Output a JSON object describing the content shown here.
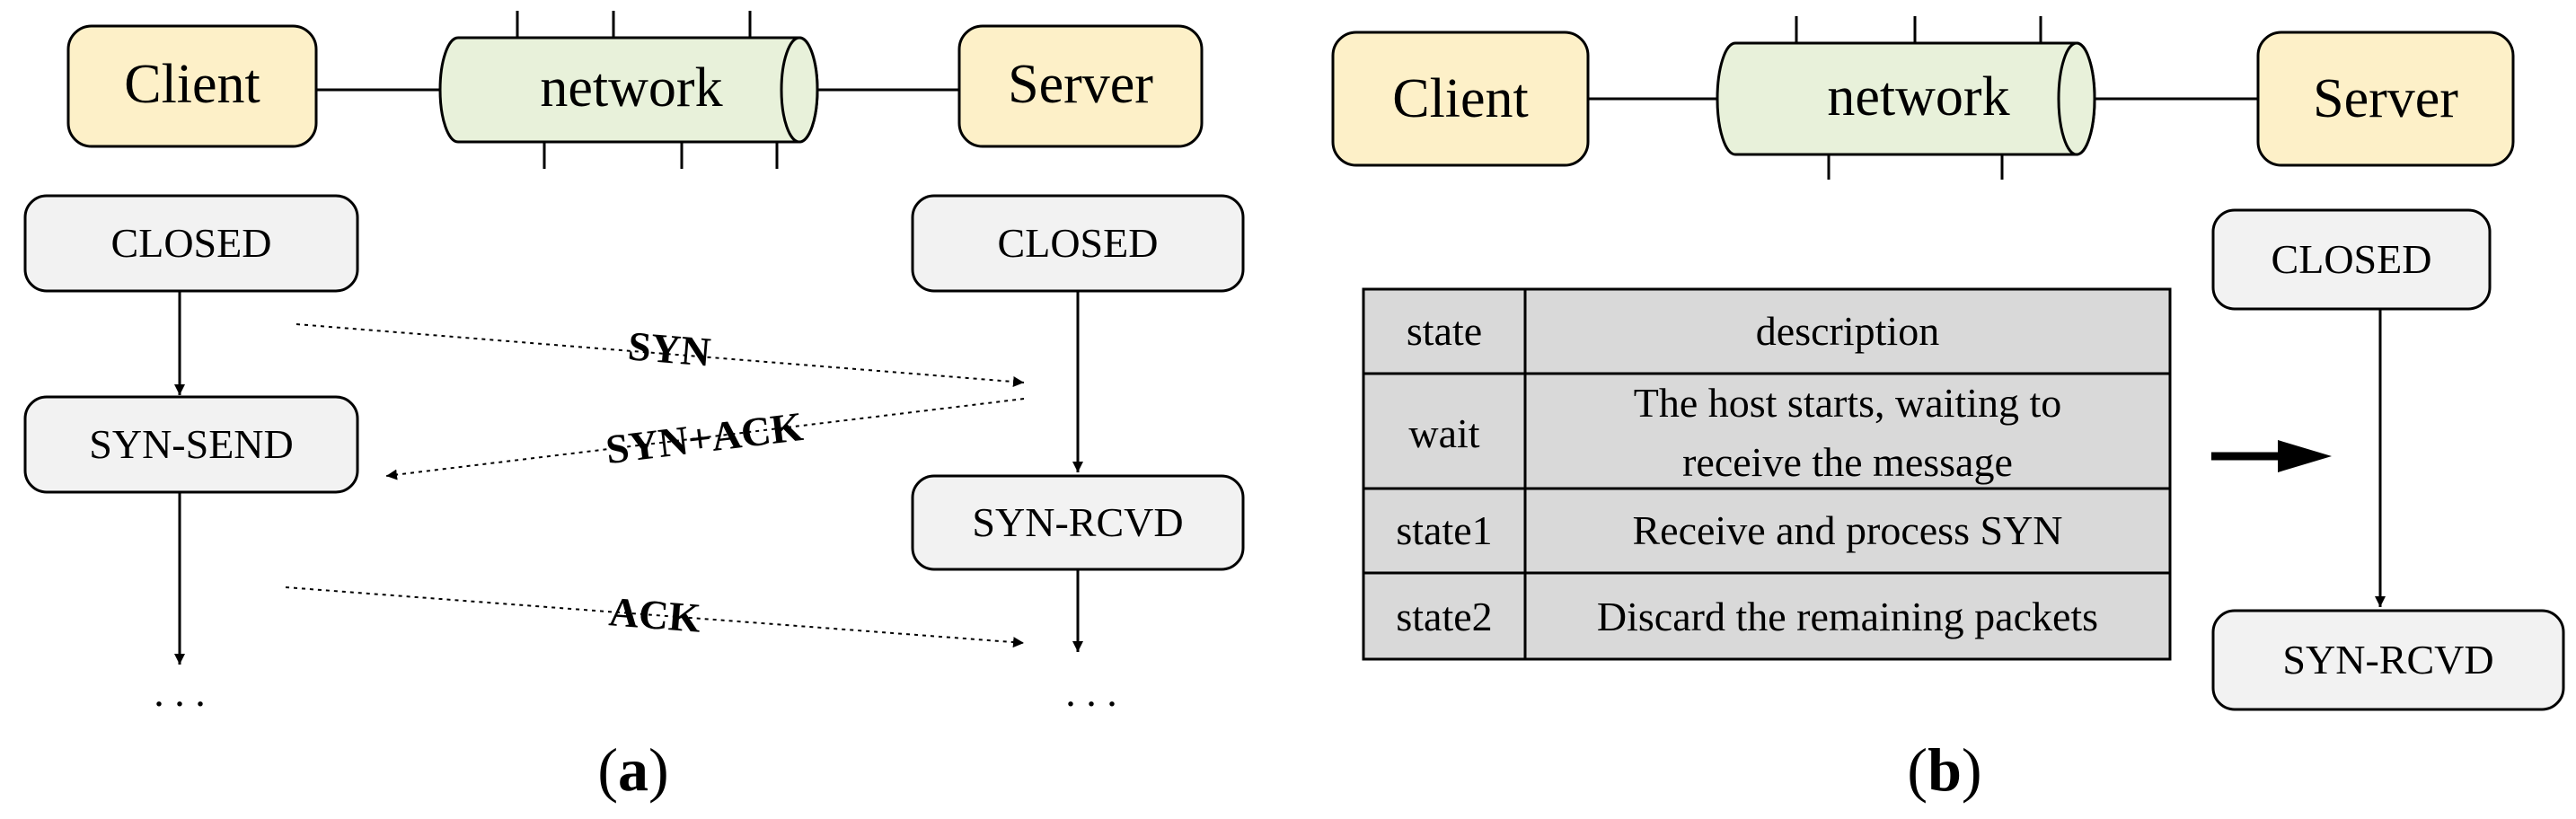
{
  "colors": {
    "endpoint_fill": "#FDF0C8",
    "network_fill": "#E8F1DA",
    "state_fill": "#F2F2F2",
    "table_fill": "#D9D9D9",
    "stroke": "#000000"
  },
  "panel_a": {
    "client_label": "Client",
    "network_label": "network",
    "server_label": "Server",
    "client_states": [
      "CLOSED",
      "SYN-SEND"
    ],
    "server_states": [
      "CLOSED",
      "SYN-RCVD"
    ],
    "messages": [
      "SYN",
      "SYN+ACK",
      "ACK"
    ],
    "ellipsis": ". . .",
    "caption_letter": "a"
  },
  "panel_b": {
    "client_label": "Client",
    "network_label": "network",
    "server_label": "Server",
    "server_states": [
      "CLOSED",
      "SYN-RCVD"
    ],
    "table": {
      "headers": [
        "state",
        "description"
      ],
      "rows": [
        {
          "state": "wait",
          "description_lines": [
            "The host starts, waiting to",
            "receive the message"
          ]
        },
        {
          "state": "state1",
          "description_lines": [
            "Receive and process SYN"
          ]
        },
        {
          "state": "state2",
          "description_lines": [
            "Discard the remaining packets"
          ]
        }
      ]
    },
    "caption_letter": "b"
  }
}
